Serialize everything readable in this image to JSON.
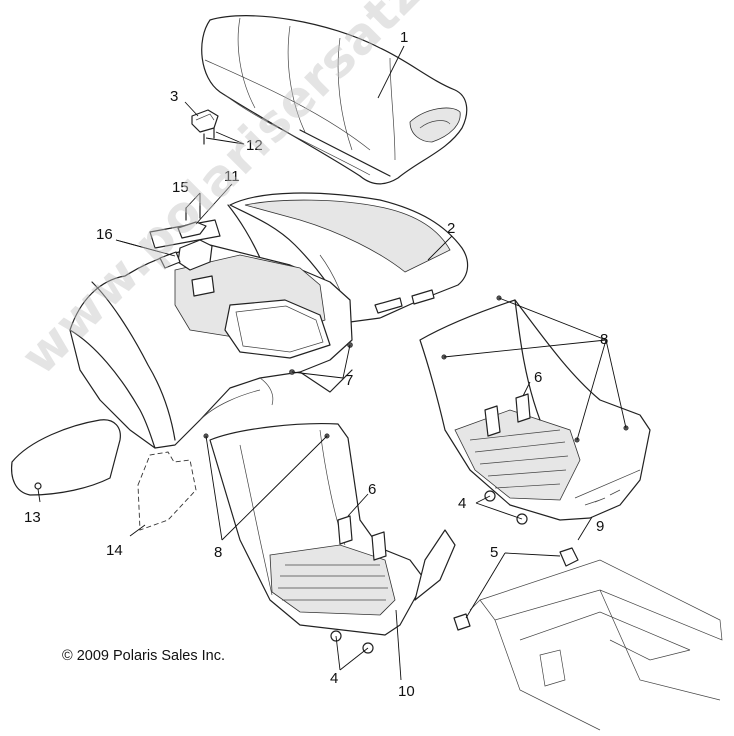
{
  "copyright": "© 2009 Polaris Sales Inc.",
  "watermark": "www.polarisersatzteile.de",
  "callouts": [
    {
      "id": "c1",
      "text": "1"
    },
    {
      "id": "c2",
      "text": "2"
    },
    {
      "id": "c3",
      "text": "3"
    },
    {
      "id": "c4a",
      "text": "4"
    },
    {
      "id": "c4b",
      "text": "4"
    },
    {
      "id": "c5",
      "text": "5"
    },
    {
      "id": "c6a",
      "text": "6"
    },
    {
      "id": "c6b",
      "text": "6"
    },
    {
      "id": "c7",
      "text": "7"
    },
    {
      "id": "c8a",
      "text": "8"
    },
    {
      "id": "c8b",
      "text": "8"
    },
    {
      "id": "c9",
      "text": "9"
    },
    {
      "id": "c10",
      "text": "10"
    },
    {
      "id": "c11",
      "text": "11"
    },
    {
      "id": "c12",
      "text": "12"
    },
    {
      "id": "c13",
      "text": "13"
    },
    {
      "id": "c14",
      "text": "14"
    },
    {
      "id": "c15",
      "text": "15"
    },
    {
      "id": "c16",
      "text": "16"
    }
  ]
}
